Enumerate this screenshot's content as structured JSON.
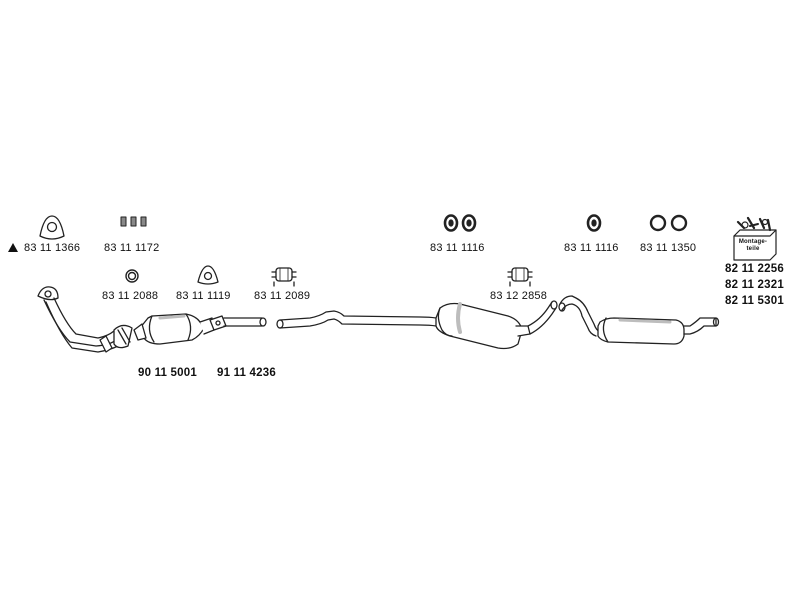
{
  "parts": {
    "p_8311366": "83 11 1366",
    "p_8311172": "83 11 1172",
    "p_8311116a": "83 11 1116",
    "p_8311116b": "83 11 1116",
    "p_8311350": "83 11 1350",
    "p_8311088": "83 11 2088",
    "p_8311119": "83 11 1119",
    "p_8311089": "83 11 2089",
    "p_8312858": "83 12 2858",
    "p_9015001": "90 11 5001",
    "p_9114236": "91 11 4236",
    "p_8212256": "82 11 2256",
    "p_8212321": "82 11 2321",
    "p_8215301": "82 11 5301"
  },
  "kit_label": "Montage-teile",
  "icons": {
    "warning": "triangle-icon",
    "flange": "flange-gasket-icon",
    "rubber": "rubber-mount-icon",
    "ring": "seal-ring-icon",
    "clamp": "pipe-clamp-icon",
    "kit": "mounting-kit-box-icon"
  },
  "colors": {
    "line": "#222222",
    "fill": "#ffffff",
    "shade": "#bdbdbd"
  }
}
